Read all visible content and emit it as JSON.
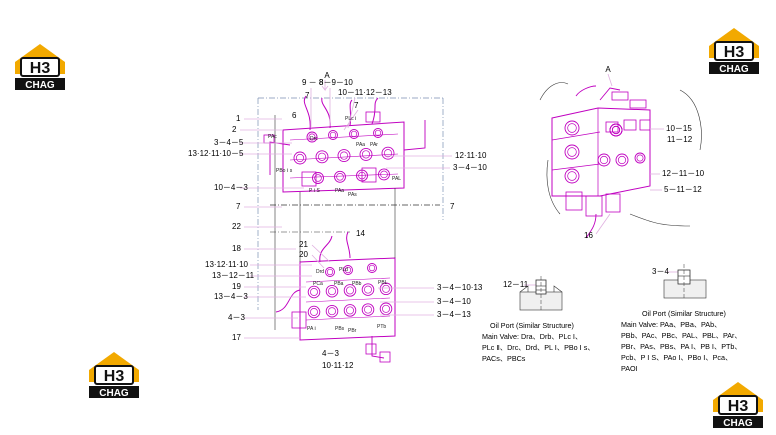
{
  "brand": {
    "logo_text_top": "H3",
    "logo_text_bottom": "CHAG",
    "colors": {
      "gold": "#f2a900",
      "black": "#111111",
      "white": "#ffffff"
    }
  },
  "colors": {
    "valve": "#c000c0",
    "lead": "#e0b0e0",
    "text": "#000000",
    "pipe": "#7b8fb3"
  },
  "view_a": {
    "label": "A",
    "left_labels": [
      "1",
      "2",
      "3－4－5",
      "13·12·11·10－5",
      "10－4－3",
      "7",
      "22",
      "18",
      "13·12·11·10",
      "13－12－11",
      "19",
      "13－4－3",
      "4－3",
      "17"
    ],
    "top_labels": [
      "9 － 8",
      "8－9－10",
      "10－11·12－13",
      "7",
      "6",
      "7"
    ],
    "right_labels": [
      "12·11·10",
      "3－4－10",
      "7",
      "14",
      "3－4－10·13",
      "3－4－10",
      "3－4－13"
    ],
    "bottom_labels": [
      "4－3",
      "10·11·12",
      "21",
      "20"
    ],
    "port_tags": [
      "PAc",
      "Drc",
      "PLc Ⅰ",
      "PAa",
      "PAr",
      "PBo Ⅰ s",
      "P Ⅰ S",
      "PAa",
      "PAL",
      "PAs",
      "Drd",
      "PLd",
      "PCa",
      "PBa",
      "PBb",
      "PBL",
      "PA Ⅰ",
      "PBs",
      "PBr",
      "PTb"
    ]
  },
  "side_view": {
    "label": "A",
    "labels": [
      "10－15",
      "11－12",
      "12－11－10",
      "5－11－12",
      "16"
    ]
  },
  "detail_left": {
    "label": "12－11",
    "caption_title": "Oil Port (Similar Structure)",
    "caption_lines": [
      "Main Valve: Dra、Drb、PLc Ⅰ、",
      "PLc Ⅱ、Drc、Drd、PL Ⅰ、PBo Ⅰ s、",
      "PACs、PBCs"
    ]
  },
  "detail_right": {
    "label": "3－4",
    "caption_title": "Oil Port (Similar Structure)",
    "caption_lines": [
      "Main Valve: PAa、PBa、PAb、",
      "PBb、PAc、PBc、PAL、PBL、PAr、",
      "PBr、PAs、PBs、PA Ⅰ、PB Ⅰ、PTb、",
      "Pcb、P Ⅰ S、PAo Ⅰ、PBo Ⅰ、Pca、",
      "PAOI"
    ]
  }
}
